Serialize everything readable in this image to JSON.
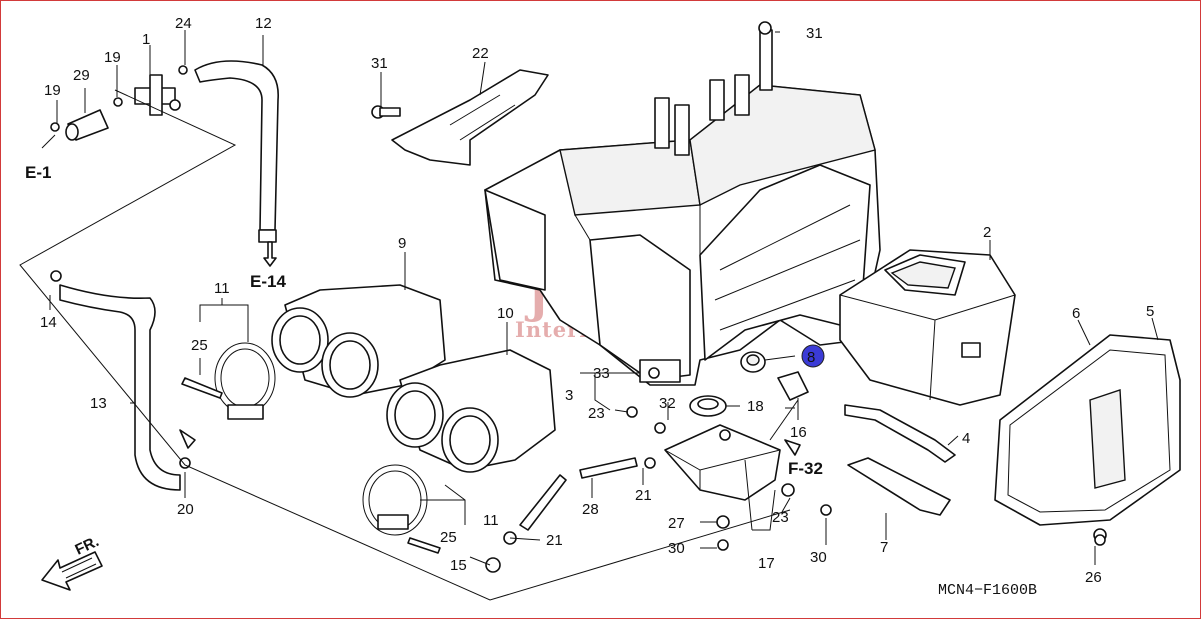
{
  "diagram": {
    "code": "MCN4−F1600B",
    "direction_label": "FR.",
    "refs": {
      "e1": "E-1",
      "e14": "E-14",
      "f32": "F-32"
    },
    "highlight_color": "#3b3bd6",
    "watermark": {
      "line1": "Jet Skis",
      "line2": "International"
    },
    "callouts": {
      "c1": "1",
      "c2": "2",
      "c3": "3",
      "c4": "4",
      "c5": "5",
      "c6": "6",
      "c7": "7",
      "c8": "8",
      "c9": "9",
      "c10": "10",
      "c11a": "11",
      "c11b": "11",
      "c12": "12",
      "c13": "13",
      "c14": "14",
      "c15": "15",
      "c16": "16",
      "c17": "17",
      "c18": "18",
      "c19a": "19",
      "c19b": "19",
      "c20": "20",
      "c21a": "21",
      "c21b": "21",
      "c22": "22",
      "c23a": "23",
      "c23b": "23",
      "c24": "24",
      "c25a": "25",
      "c25b": "25",
      "c26": "26",
      "c27": "27",
      "c28": "28",
      "c29": "29",
      "c30a": "30",
      "c30b": "30",
      "c31a": "31",
      "c31b": "31",
      "c32": "32",
      "c33": "33"
    }
  }
}
